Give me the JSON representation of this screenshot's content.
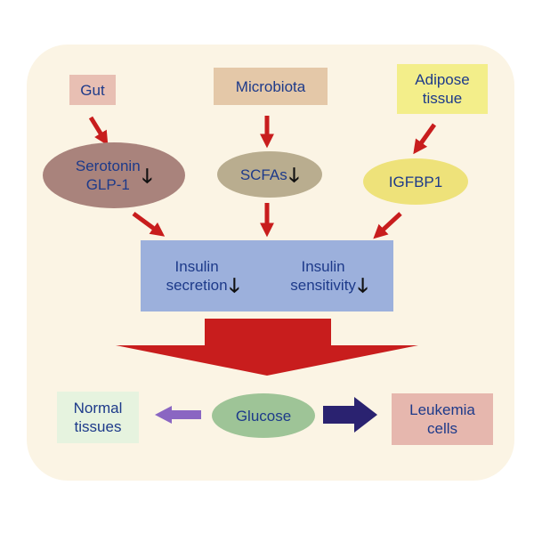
{
  "nodes": {
    "gut": "Gut",
    "microbiota": "Microbiota",
    "adipose_line1": "Adipose",
    "adipose_line2": "tissue",
    "serotonin_line1": "Serotonin",
    "serotonin_line2": "GLP-1",
    "scfas": "SCFAs",
    "igfbp1": "IGFBP1",
    "insulin_secretion_line1": "Insulin",
    "insulin_secretion_line2": "secretion",
    "insulin_sensitivity_line1": "Insulin",
    "insulin_sensitivity_line2": "sensitivity",
    "glucose": "Glucose",
    "normal_line1": "Normal",
    "normal_line2": "tissues",
    "leukemia_line1": "Leukemia",
    "leukemia_line2": "cells"
  },
  "down_arrow_glyph": "🡓",
  "colors": {
    "panel": "#fbf4e4",
    "gut_box": "#e8bfb3",
    "microbiota_box": "#e4c8a8",
    "adipose_box": "#f3ee8a",
    "serotonin_ellipse": "#a9837c",
    "scfas_ellipse": "#b9ad8f",
    "igfbp1_ellipse": "#eee27a",
    "insulin_box": "#9cb0dc",
    "glucose_ellipse": "#9ec497",
    "normal_box": "#e6f3df",
    "leukemia_box": "#e6b7ae",
    "red_arrow": "#c81d1d",
    "purple_arrow": "#8a66c2",
    "navy_arrow": "#2a2270",
    "text": "#1d3a8a"
  }
}
